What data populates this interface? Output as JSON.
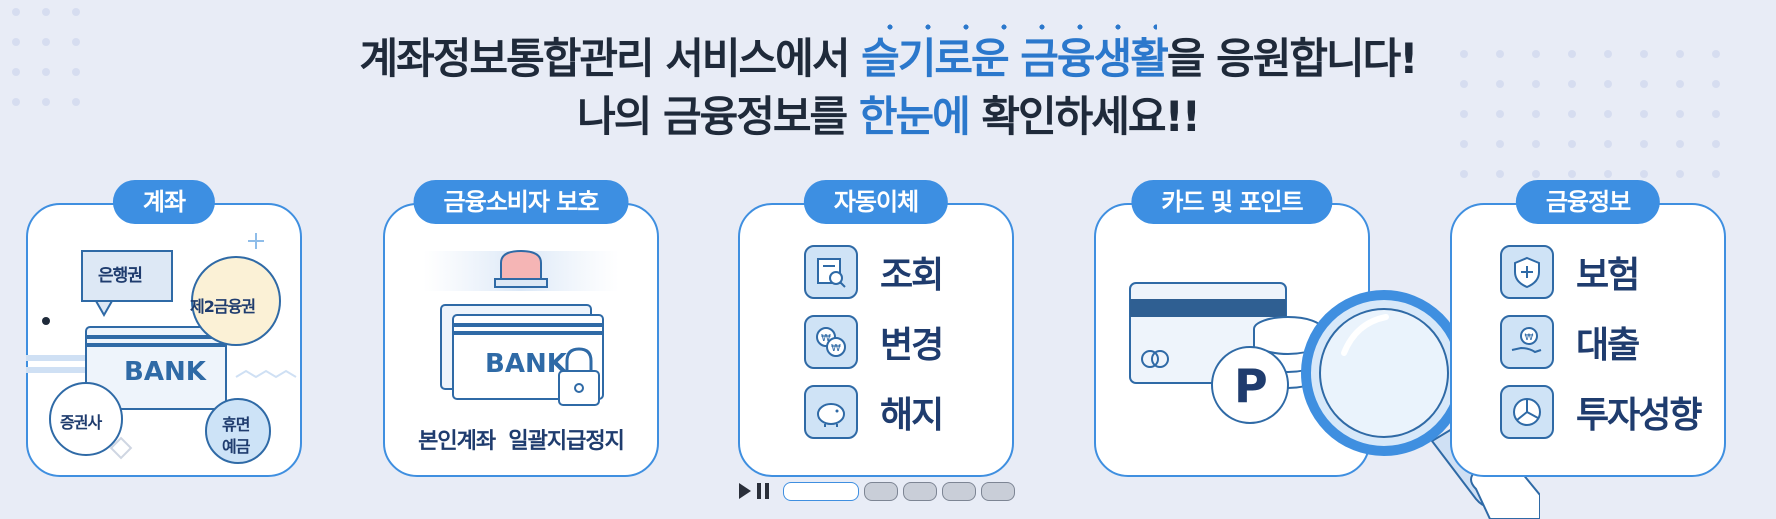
{
  "headline": {
    "line1_prefix": "계좌정보통합관리 서비스에서 ",
    "line1_highlight": "슬기로운 금융생활",
    "line1_suffix": "을 응원합니다!",
    "line2_prefix": "나의 금융정보를 ",
    "line2_highlight": "한눈에",
    "line2_suffix": " 확인하세요!!"
  },
  "colors": {
    "accent": "#3d8fe2",
    "highlight_text": "#2b78cc",
    "navy": "#1f3c6e",
    "background": "#e8ecf6"
  },
  "cards": [
    {
      "tag": "계좌",
      "bubbles": [
        "은행권",
        "제2금융권",
        "증권사",
        "휴면",
        "예금"
      ],
      "bank_label": "BANK"
    },
    {
      "tag": "금융소비자 보호",
      "bank_label": "BANK",
      "caption": "본인계좌  일괄지급정지",
      "icons": [
        "siren-icon",
        "lock-icon"
      ]
    },
    {
      "tag": "자동이체",
      "items": [
        {
          "label": "조회",
          "icon": "document-search-icon"
        },
        {
          "label": "변경",
          "icon": "currency-exchange-icon"
        },
        {
          "label": "해지",
          "icon": "piggy-bank-icon"
        }
      ]
    },
    {
      "tag": "카드 및 포인트",
      "icons": [
        "credit-card-icon",
        "point-coin-icon",
        "magnifier-icon"
      ],
      "point_label": "P"
    },
    {
      "tag": "금융정보",
      "items": [
        {
          "label": "보험",
          "icon": "shield-plus-icon"
        },
        {
          "label": "대출",
          "icon": "hand-coin-icon"
        },
        {
          "label": "투자성향",
          "icon": "pie-chart-icon"
        }
      ]
    }
  ],
  "carousel": {
    "slide_count": 5,
    "current_slide": 1,
    "play_pause_icon": "play-pause-icon"
  }
}
